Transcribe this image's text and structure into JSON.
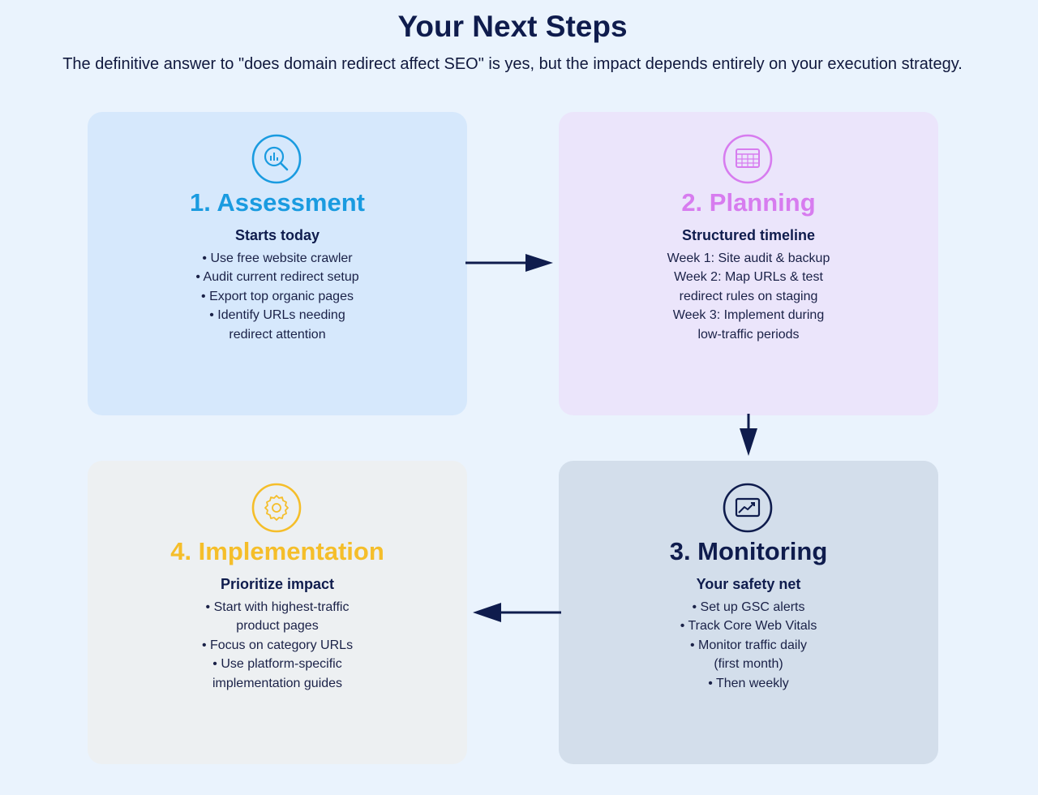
{
  "header": {
    "title": "Your Next Steps",
    "subtitle": "The definitive answer to \"does domain redirect affect SEO\" is yes, but the impact depends entirely on your execution strategy."
  },
  "colors": {
    "assessment": "#1a9be0",
    "planning": "#d77cef",
    "monitoring": "#0f1c4d",
    "implementation": "#f5be2a",
    "arrow": "#0f1c4d"
  },
  "steps": [
    {
      "title": "1. Assessment",
      "subtitle": "Starts today",
      "icon": "magnifier-chart-icon",
      "lines": [
        "• Use free website crawler",
        "• Audit current redirect setup",
        "• Export top organic pages",
        "• Identify URLs needing",
        "redirect attention"
      ]
    },
    {
      "title": "2. Planning",
      "subtitle": "Structured timeline",
      "icon": "calendar-grid-icon",
      "lines": [
        "Week 1: Site audit & backup",
        "Week 2: Map URLs & test",
        "redirect rules on staging",
        "Week 3: Implement during",
        "low-traffic periods"
      ]
    },
    {
      "title": "3. Monitoring",
      "subtitle": "Your safety net",
      "icon": "trend-chart-icon",
      "lines": [
        "• Set up GSC alerts",
        "• Track Core Web Vitals",
        "• Monitor traffic daily",
        "(first month)",
        "• Then weekly"
      ]
    },
    {
      "title": "4. Implementation",
      "subtitle": "Prioritize impact",
      "icon": "gear-icon",
      "lines": [
        "• Start with highest-traffic",
        "product pages",
        "• Focus on category URLs",
        "• Use platform-specific",
        "implementation guides"
      ]
    }
  ]
}
